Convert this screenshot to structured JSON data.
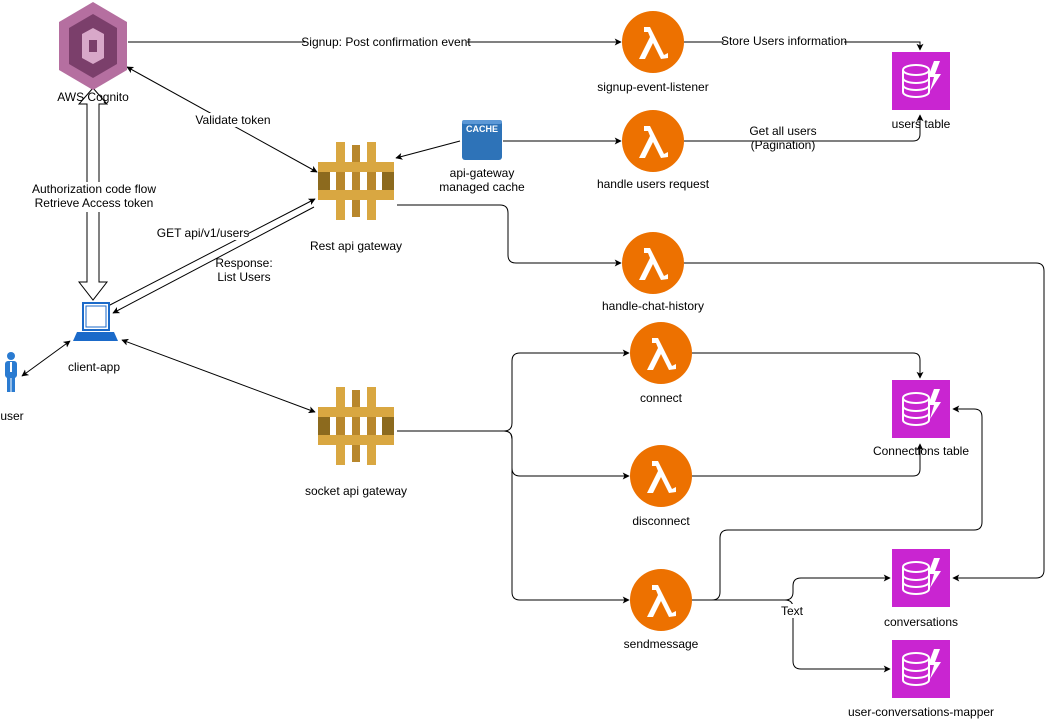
{
  "colors": {
    "lambda": "#ED7100",
    "dynamodb": "#C925D1",
    "gateway": "#D9A741",
    "gateway_dark": "#8C6A1E",
    "cognito": "#8B4D78",
    "cache": "#2E73B8",
    "client": "#1B6AC9",
    "user": "#2A7BD1"
  },
  "nodes": {
    "cognito": "AWS Cognito",
    "signup_listener": "signup-event-listener",
    "users_table": "users table",
    "cache_badge": "CACHE",
    "cache_line1": "api-gateway",
    "cache_line2": "managed cache",
    "handle_users": "handle users request",
    "rest_gateway": "Rest api gateway",
    "chat_history": "handle-chat-history",
    "client_app": "client-app",
    "user": "user",
    "connect": "connect",
    "connections_table": "Connections table",
    "socket_gateway": "socket api gateway",
    "disconnect": "disconnect",
    "sendmessage": "sendmessage",
    "conversations": "conversations",
    "mapper": "user-conversations-mapper"
  },
  "edges": {
    "signup": "Signup: Post confirmation event",
    "store_users": "Store Users information",
    "validate_token": "Validate token",
    "get_all_users_1": "Get all users",
    "get_all_users_2": "(Pagination)",
    "auth_1": "Authorization code flow",
    "auth_2": "Retrieve Access token",
    "get_users": "GET api/v1/users",
    "response_1": "Response:",
    "response_2": "List Users",
    "text": "Text"
  }
}
